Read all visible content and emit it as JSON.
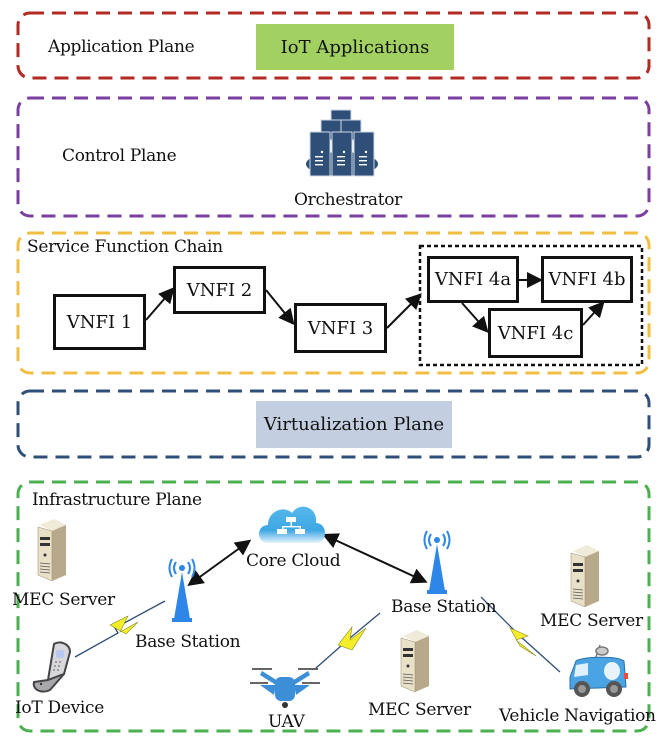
{
  "colors": {
    "application_plane": "#b22a22",
    "control_plane": "#7a3fa0",
    "sfc_plane": "#f0be42",
    "virtualization_plane": "#2f4f78",
    "infrastructure_plane": "#4caf50",
    "iot_applications_fill": "#a2d162",
    "virtualization_fill": "#c3cfe0"
  },
  "application_plane": {
    "label": "Application Plane",
    "box": "IoT Applications"
  },
  "control_plane": {
    "label": "Control Plane",
    "orchestrator": "Orchestrator"
  },
  "sfc": {
    "label": "Service Function Chain",
    "vnfs": [
      "VNFI 1",
      "VNFI 2",
      "VNFI 3",
      "VNFI 4a",
      "VNFI 4b",
      "VNFI 4c"
    ]
  },
  "virtualization_plane": {
    "label": "Virtualization Plane"
  },
  "infrastructure_plane": {
    "label": "Infrastructure Plane",
    "core_cloud": "Core Cloud",
    "base_station_left": "Base Station",
    "base_station_right": "Base Station",
    "mec_server_left": "MEC Server",
    "mec_server_right": "MEC Server",
    "mec_server_center": "MEC Server",
    "iot_device": "IoT Device",
    "uav": "UAV",
    "vehicle": "Vehicle Navigation"
  }
}
